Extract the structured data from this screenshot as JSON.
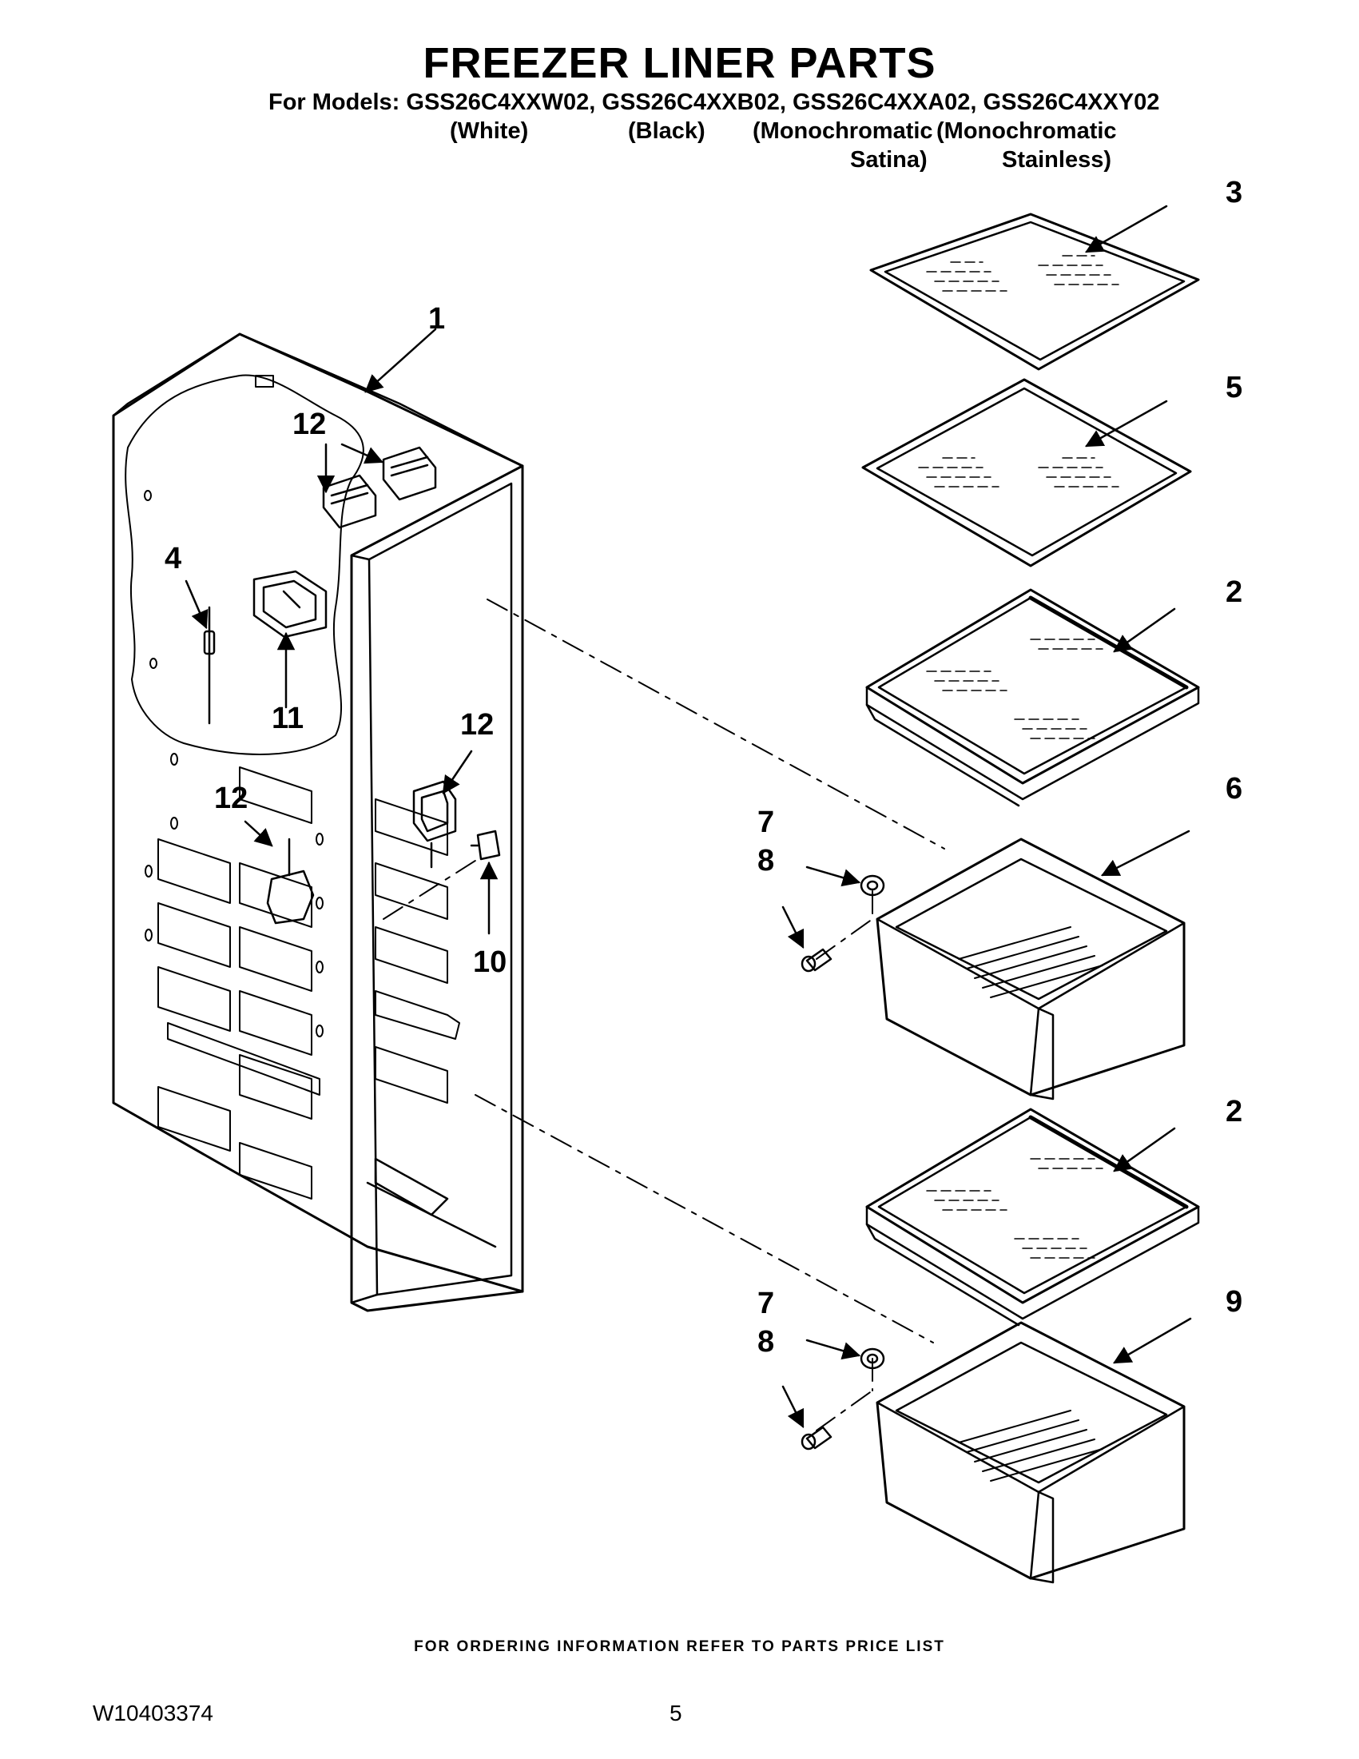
{
  "header": {
    "title": "FREEZER LINER PARTS",
    "models_line": "For Models: GSS26C4XXW02, GSS26C4XXB02, GSS26C4XXA02, GSS26C4XXY02",
    "variants": {
      "white": "(White)",
      "black": "(Black)",
      "mono_satina_1": "(Monochromatic",
      "mono_satina_2": "Satina)",
      "mono_stainless_1": "(Monochromatic",
      "mono_stainless_2": "Stainless)"
    }
  },
  "callouts": {
    "c1": "1",
    "c2_upper": "2",
    "c2_lower": "2",
    "c3": "3",
    "c4": "4",
    "c5": "5",
    "c6": "6",
    "c7_upper": "7",
    "c7_lower": "7",
    "c8_upper": "8",
    "c8_lower": "8",
    "c9": "9",
    "c10": "10",
    "c11": "11",
    "c12_top": "12",
    "c12_left": "12",
    "c12_right": "12"
  },
  "footer": {
    "note": "FOR ORDERING INFORMATION REFER TO PARTS PRICE LIST",
    "doc_number": "W10403374",
    "page_number": "5"
  }
}
